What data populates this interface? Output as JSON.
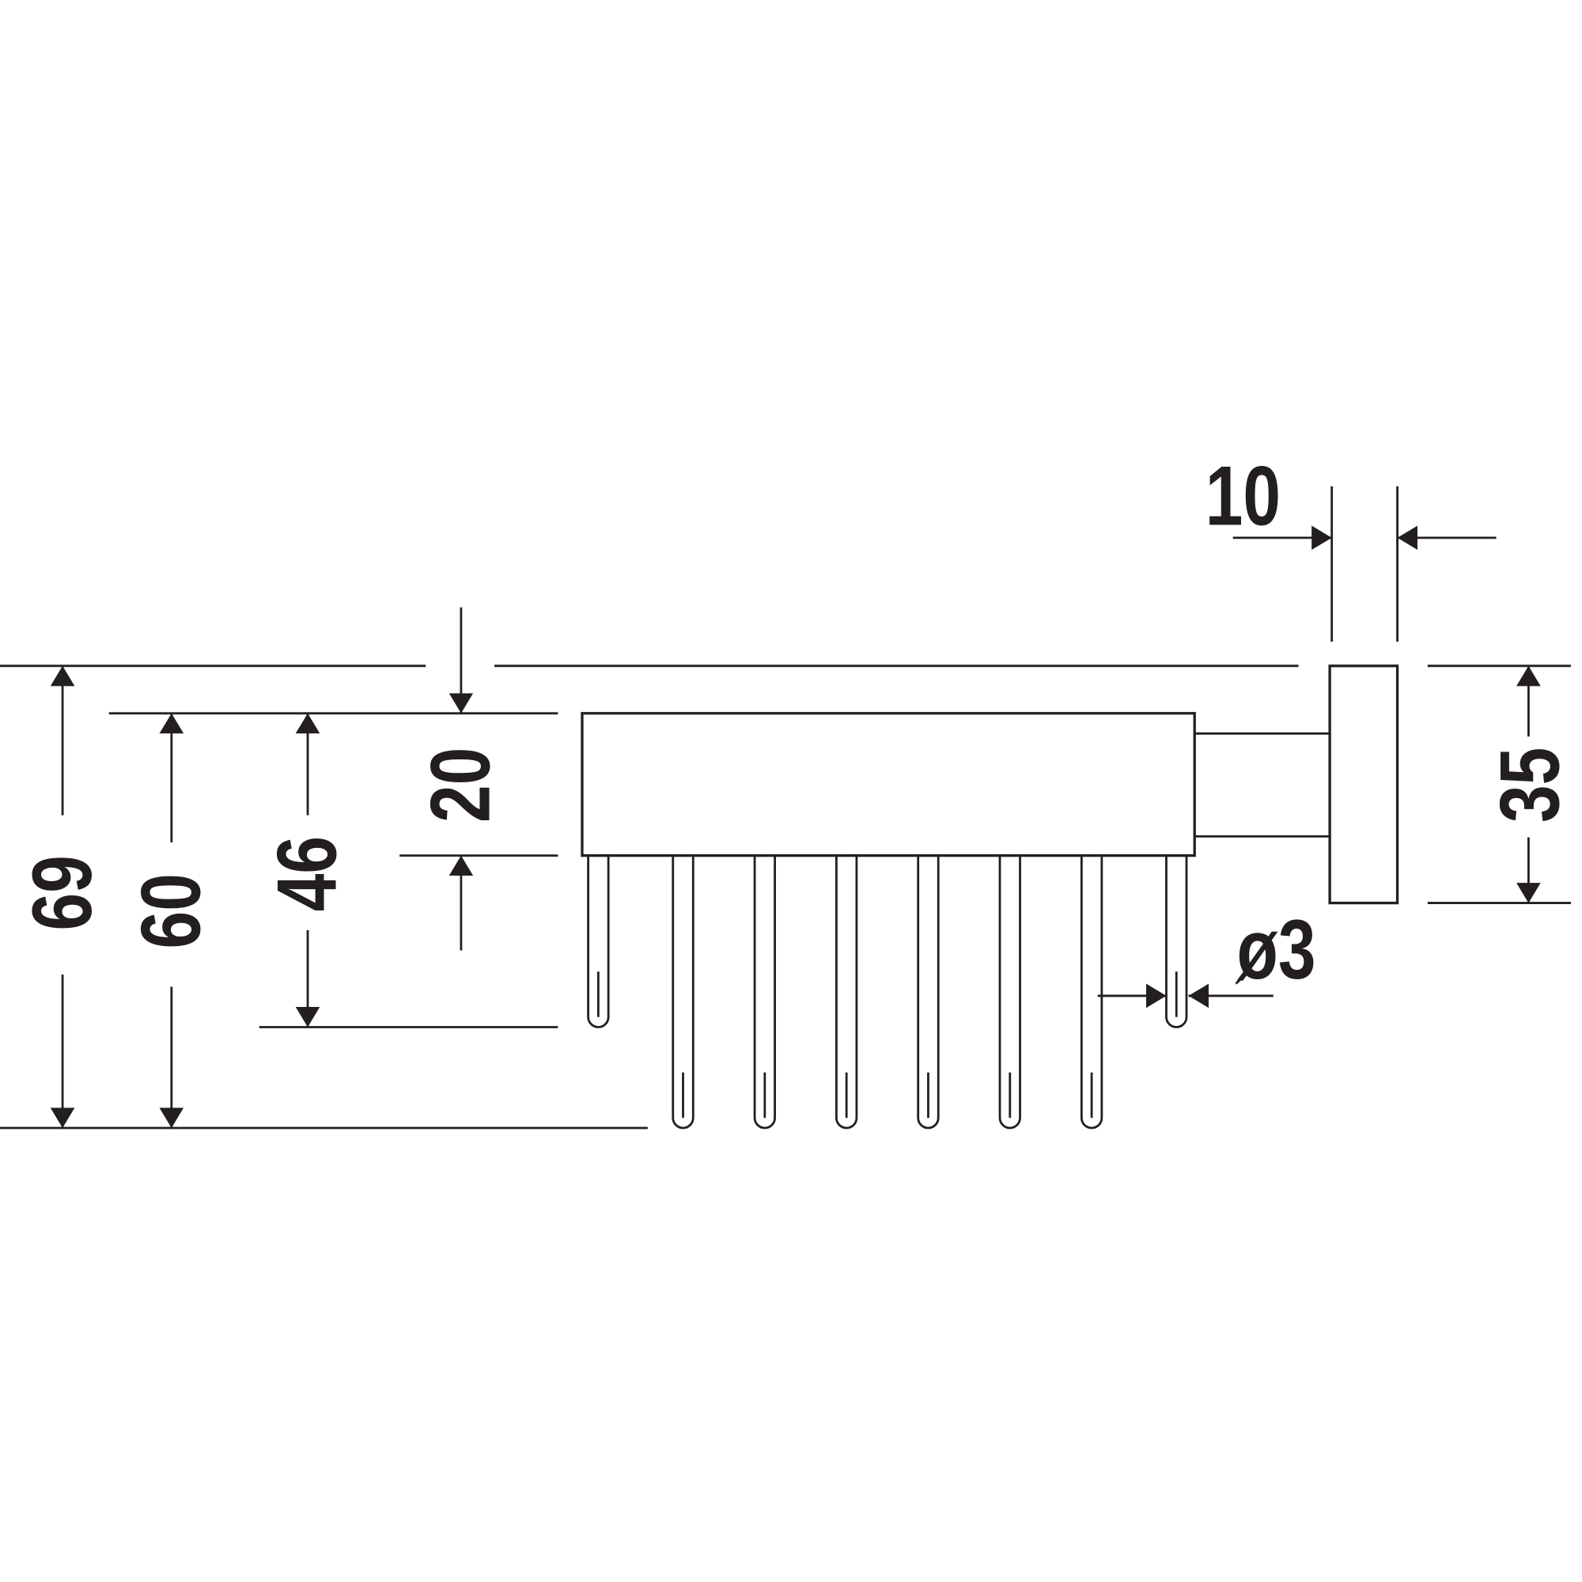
{
  "dimensions": {
    "total_height": "69",
    "height_to_long_pins": "60",
    "height_to_short_pins": "46",
    "bar_offset": "20",
    "flange_thickness": "10",
    "flange_height": "35",
    "pin_diameter": "ø3"
  },
  "colors": {
    "line": "#231f20",
    "background": "#ffffff"
  }
}
